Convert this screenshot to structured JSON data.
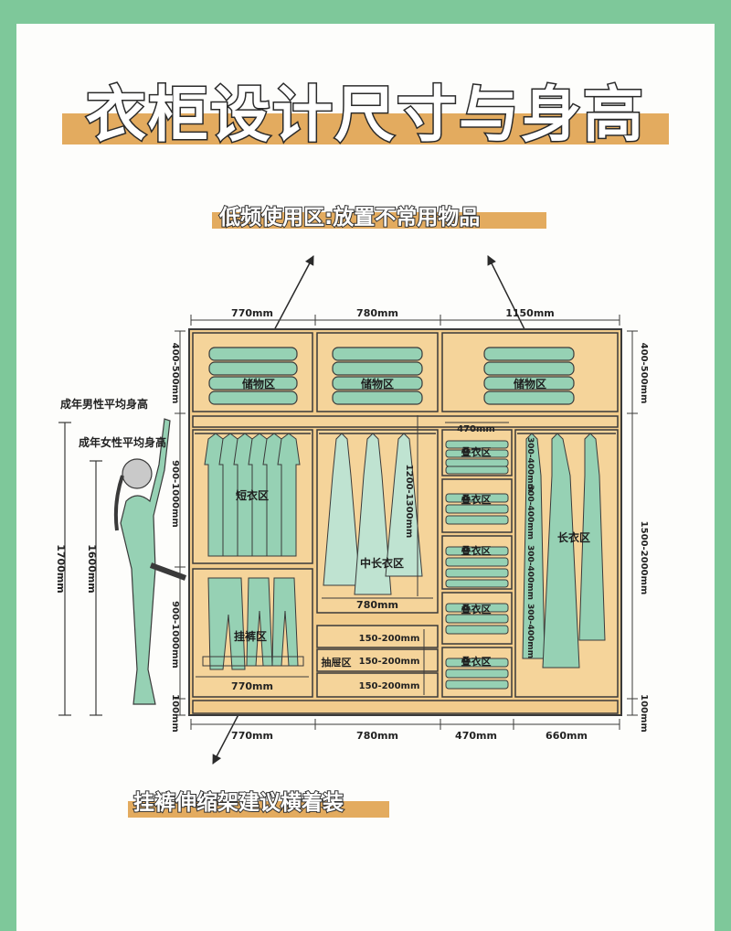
{
  "title": "衣柜设计尺寸与身高",
  "callouts": {
    "top": "低频使用区:放置不常用物品",
    "bottom": "挂裤伸缩架建议横着装"
  },
  "colors": {
    "background": "#7ec89a",
    "wood": "#f2cc8c",
    "accent_bar": "#e3ab5f",
    "clothing": "#96d1b4",
    "outline": "#3a3a3a"
  },
  "dimensions": {
    "top_widths": [
      "770mm",
      "780mm",
      "1150mm"
    ],
    "bottom_widths": [
      "770mm",
      "780mm",
      "470mm",
      "660mm"
    ],
    "left_top_height": "400-500mm",
    "left_upper_height": "900-1000mm",
    "left_lower_height": "900-1000mm",
    "left_base": "100mm",
    "right_top_height": "400-500mm",
    "right_main_height": "1500-2000mm",
    "right_base": "100mm",
    "middle_hang_height": "1200-1300mm",
    "middle_hang_width": "780mm",
    "pants_width": "770mm",
    "fold_width": "470mm",
    "drawer_heights": [
      "150-200mm",
      "150-200mm",
      "150-200mm"
    ],
    "fold_heights": [
      "300-400mm",
      "300-400mm",
      "300-400mm",
      "300-400mm"
    ]
  },
  "zones": {
    "storage": [
      "储物区",
      "储物区",
      "储物区"
    ],
    "short_clothes": "短衣区",
    "mid_long_clothes": "中长衣区",
    "long_clothes": "长衣区",
    "pants": "挂裤区",
    "drawers": "抽屉区",
    "folded": [
      "叠衣区",
      "叠衣区",
      "叠衣区",
      "叠衣区",
      "叠衣区"
    ]
  },
  "heights": {
    "male_label": "成年男性平均身高",
    "female_label": "成年女性平均身高",
    "male_value": "1700mm",
    "female_value": "1600mm"
  }
}
